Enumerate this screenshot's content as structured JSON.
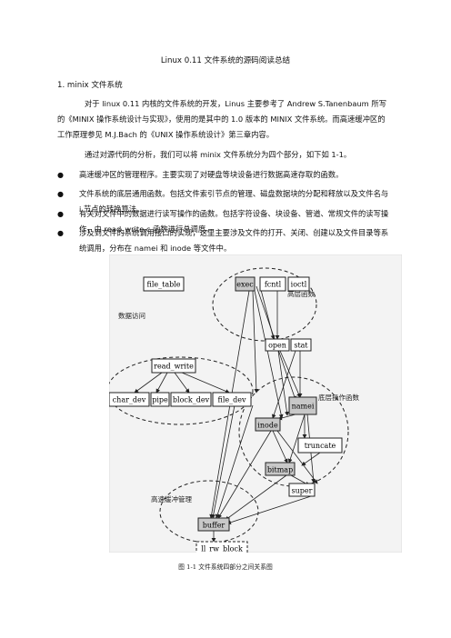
{
  "doc": {
    "title": "Linux 0.11 文件系统的源码阅读总结",
    "section_heading": "1.   minix 文件系统",
    "paragraph1": "对于 linux 0.11 内核的文件系统的开发，Linus 主要参考了 Andrew S.Tanenbaum 所写的《MINIX 操作系统设计与实现》，使用的是其中的 1.0 版本的 MINIX 文件系统。而高速缓冲区的工作原理参见 M.J.Bach 的《UNIX 操作系统设计》第三章内容。",
    "paragraph2": "通过对源代码的分析，我们可以将 minix 文件系统分为四个部分，如下如 1-1。",
    "bullets": [
      "高速缓冲区的管理程序。主要实现了对硬盘等块设备进行数据高速存取的函数。",
      "文件系统的底层通用函数。包括文件索引节点的管理、磁盘数据块的分配和释放以及文件名与 i 节点的转换算法。",
      "有关对文件中的数据进行读写操作的函数。包括字符设备、块设备、管道、常规文件的读写操作，由 read_write.c 函数进行总调度。",
      "涉及到文件的系统调用接口的实现，这里主要涉及文件的打开、关闭、创建以及文件目录等系统调用，分布在 namei 和 inode 等文件中。"
    ],
    "bullet_symbol": "●"
  },
  "figure": {
    "group_labels": {
      "data_access": "数据访问",
      "high_level": "高层函数",
      "low_level": "底层操作函数",
      "buffer_mgmt": "高速缓冲管理"
    },
    "nodes": {
      "file_table": "file_table",
      "read_write": "read_write",
      "char_dev": "char_dev",
      "pipe": "pipe",
      "block_dev": "block_dev",
      "file_dev": "file_dev",
      "exec": "exec",
      "fcntl": "fcntl",
      "ioctl": "ioctl",
      "open": "open",
      "stat": "stat",
      "namei": "namei",
      "inode": "inode",
      "truncate": "truncate",
      "bitmap": "bitmap",
      "super": "super",
      "buffer": "buffer",
      "ll_rw_block": "ll_rw_block"
    },
    "caption": "图 1-1  文件系统四部分之间关系图",
    "colors": {
      "shaded_box": "#c8c8c8",
      "line": "#222222"
    }
  }
}
